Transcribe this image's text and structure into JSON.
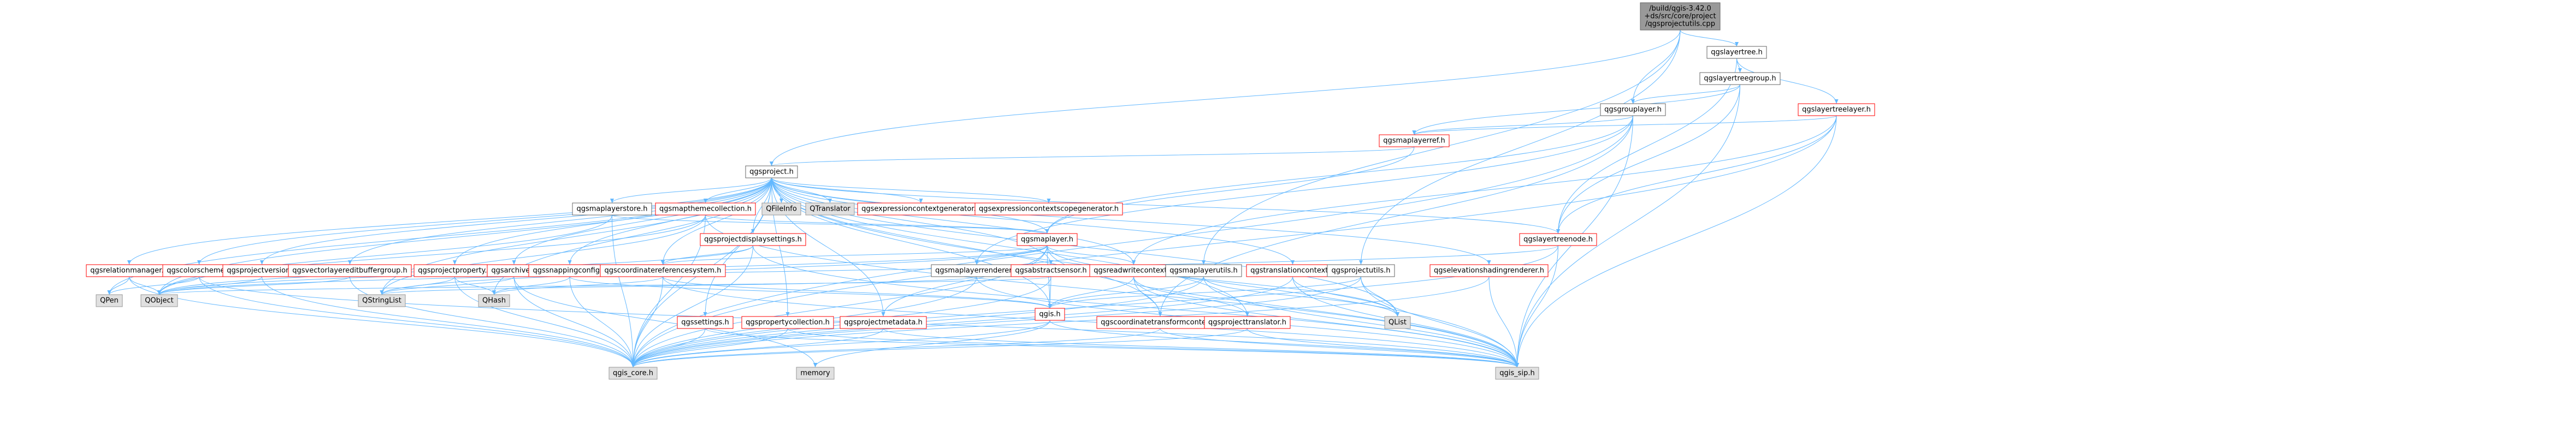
{
  "colors": {
    "edge": "#63b8ff",
    "root_fill": "#999999",
    "root_stroke": "#666666",
    "normal_fill": "#ffffff",
    "normal_stroke": "#666666",
    "red_stroke": "#ff0000",
    "gray_fill": "#e0e0e0",
    "gray_stroke": "#999999",
    "text": "#000000"
  },
  "nodes": [
    {
      "id": "root",
      "label": [
        "/build/qgis-3.42.0",
        "+ds/src/core/project",
        "/qgsprojectutils.cpp"
      ],
      "style": "root"
    },
    {
      "id": "qgslayertree_h",
      "label": [
        "qgslayertree.h"
      ],
      "style": "normal"
    },
    {
      "id": "qgslayertreegroup_h",
      "label": [
        "qgslayertreegroup.h"
      ],
      "style": "normal"
    },
    {
      "id": "qgsgrouplayer_h",
      "label": [
        "qgsgrouplayer.h"
      ],
      "style": "normal"
    },
    {
      "id": "qgslayertreelayer_h",
      "label": [
        "qgslayertreelayer.h"
      ],
      "style": "red"
    },
    {
      "id": "qgsmaplayerref_h",
      "label": [
        "qgsmaplayerref.h"
      ],
      "style": "red"
    },
    {
      "id": "qgsproject_h",
      "label": [
        "qgsproject.h"
      ],
      "style": "normal"
    },
    {
      "id": "qgsmaplayerstore_h",
      "label": [
        "qgsmaplayerstore.h"
      ],
      "style": "normal"
    },
    {
      "id": "qgsmapthemecollection_h",
      "label": [
        "qgsmapthemecollection.h"
      ],
      "style": "red"
    },
    {
      "id": "QFileInfo",
      "label": [
        "QFileInfo"
      ],
      "style": "gray"
    },
    {
      "id": "QTranslator",
      "label": [
        "QTranslator"
      ],
      "style": "gray"
    },
    {
      "id": "qgsexpressioncontextgenerator_h",
      "label": [
        "qgsexpressioncontextgenerator.h"
      ],
      "style": "red"
    },
    {
      "id": "qgsexpressioncontextscopegenerator_h",
      "label": [
        "qgsexpressioncontextscopegenerator.h"
      ],
      "style": "red"
    },
    {
      "id": "qgslayertreenode_h",
      "label": [
        "qgslayertreenode.h"
      ],
      "style": "red"
    },
    {
      "id": "qgsprojectdisplaysettings_h",
      "label": [
        "qgsprojectdisplaysettings.h"
      ],
      "style": "red"
    },
    {
      "id": "qgsmaplayer_h",
      "label": [
        "qgsmaplayer.h"
      ],
      "style": "red"
    },
    {
      "id": "qgsrelationmanager_h",
      "label": [
        "qgsrelationmanager.h"
      ],
      "style": "red"
    },
    {
      "id": "qgscolorscheme_h",
      "label": [
        "qgscolorscheme.h"
      ],
      "style": "red"
    },
    {
      "id": "qgsprojectversion_h",
      "label": [
        "qgsprojectversion.h"
      ],
      "style": "red"
    },
    {
      "id": "qgsvectorlayereditbuffergroup_h",
      "label": [
        "qgsvectorlayereditbuffergroup.h"
      ],
      "style": "red"
    },
    {
      "id": "qgsprojectproperty_h",
      "label": [
        "qgsprojectproperty.h"
      ],
      "style": "red"
    },
    {
      "id": "qgsarchive_h",
      "label": [
        "qgsarchive.h"
      ],
      "style": "red"
    },
    {
      "id": "qgssnappingconfig_h",
      "label": [
        "qgssnappingconfig.h"
      ],
      "style": "red"
    },
    {
      "id": "qgscoordinatereferencesystem_h",
      "label": [
        "qgscoordinatereferencesystem.h"
      ],
      "style": "red"
    },
    {
      "id": "qgsmaplayerrenderer_h",
      "label": [
        "qgsmaplayerrenderer.h"
      ],
      "style": "normal"
    },
    {
      "id": "qgsabstractsensor_h",
      "label": [
        "qgsabstractsensor.h"
      ],
      "style": "red"
    },
    {
      "id": "qgsreadwritecontext_h",
      "label": [
        "qgsreadwritecontext.h"
      ],
      "style": "red"
    },
    {
      "id": "qgsmaplayerutils_h",
      "label": [
        "qgsmaplayerutils.h"
      ],
      "style": "normal"
    },
    {
      "id": "qgstranslationcontext_h",
      "label": [
        "qgstranslationcontext.h"
      ],
      "style": "red"
    },
    {
      "id": "qgsprojectutils_h",
      "label": [
        "qgsprojectutils.h"
      ],
      "style": "normal"
    },
    {
      "id": "qgselevationshadingrenderer_h",
      "label": [
        "qgselevationshadingrenderer.h"
      ],
      "style": "red"
    },
    {
      "id": "QPen",
      "label": [
        "QPen"
      ],
      "style": "gray"
    },
    {
      "id": "QObject",
      "label": [
        "QObject"
      ],
      "style": "gray"
    },
    {
      "id": "QStringList",
      "label": [
        "QStringList"
      ],
      "style": "gray"
    },
    {
      "id": "QHash",
      "label": [
        "QHash"
      ],
      "style": "gray"
    },
    {
      "id": "qgssettings_h",
      "label": [
        "qgssettings.h"
      ],
      "style": "red"
    },
    {
      "id": "qgspropertycollection_h",
      "label": [
        "qgspropertycollection.h"
      ],
      "style": "red"
    },
    {
      "id": "qgsprojectmetadata_h",
      "label": [
        "qgsprojectmetadata.h"
      ],
      "style": "red"
    },
    {
      "id": "qgis_h",
      "label": [
        "qgis.h"
      ],
      "style": "red"
    },
    {
      "id": "qgscoordinatetransformcontext_h",
      "label": [
        "qgscoordinatetransformcontext.h"
      ],
      "style": "red"
    },
    {
      "id": "qgsprojecttranslator_h",
      "label": [
        "qgsprojecttranslator.h"
      ],
      "style": "red"
    },
    {
      "id": "QList",
      "label": [
        "QList"
      ],
      "style": "gray"
    },
    {
      "id": "qgis_core_h",
      "label": [
        "qgis_core.h"
      ],
      "style": "gray"
    },
    {
      "id": "memory",
      "label": [
        "memory"
      ],
      "style": "gray"
    },
    {
      "id": "qgis_sip_h",
      "label": [
        "qgis_sip.h"
      ],
      "style": "gray"
    }
  ],
  "edges": [
    [
      "root",
      "qgslayertree_h"
    ],
    [
      "root",
      "qgsgrouplayer_h"
    ],
    [
      "root",
      "qgsproject_h"
    ],
    [
      "root",
      "qgsprojectutils_h"
    ],
    [
      "root",
      "qgsmaplayerutils_h"
    ],
    [
      "qgslayertree_h",
      "qgslayertreegroup_h"
    ],
    [
      "qgslayertree_h",
      "qgslayertreelayer_h"
    ],
    [
      "qgslayertree_h",
      "qgslayertreenode_h"
    ],
    [
      "qgslayertreegroup_h",
      "qgsgrouplayer_h"
    ],
    [
      "qgslayertreegroup_h",
      "qgsmaplayerref_h"
    ],
    [
      "qgslayertreegroup_h",
      "qgslayertreenode_h"
    ],
    [
      "qgslayertreegroup_h",
      "qgis_sip_h"
    ],
    [
      "qgsgrouplayer_h",
      "qgsmaplayerref_h"
    ],
    [
      "qgsgrouplayer_h",
      "qgsmaplayer_h"
    ],
    [
      "qgsgrouplayer_h",
      "qgsmaplayerrenderer_h"
    ],
    [
      "qgsgrouplayer_h",
      "qgscoordinatetransformcontext_h"
    ],
    [
      "qgsgrouplayer_h",
      "qgis_core_h"
    ],
    [
      "qgsgrouplayer_h",
      "qgis_sip_h"
    ],
    [
      "qgslayertreelayer_h",
      "qgsmaplayerref_h"
    ],
    [
      "qgslayertreelayer_h",
      "qgslayertreenode_h"
    ],
    [
      "qgslayertreelayer_h",
      "qgsreadwritecontext_h"
    ],
    [
      "qgslayertreelayer_h",
      "qgis_core_h"
    ],
    [
      "qgslayertreelayer_h",
      "qgis_sip_h"
    ],
    [
      "qgsmaplayerref_h",
      "qgsproject_h"
    ],
    [
      "qgsmaplayerref_h",
      "qgsmaplayer_h"
    ],
    [
      "qgsproject_h",
      "qgsmaplayerstore_h"
    ],
    [
      "qgsproject_h",
      "qgsmapthemecollection_h"
    ],
    [
      "qgsproject_h",
      "QFileInfo"
    ],
    [
      "qgsproject_h",
      "QTranslator"
    ],
    [
      "qgsproject_h",
      "qgsexpressioncontextgenerator_h"
    ],
    [
      "qgsproject_h",
      "qgsexpressioncontextscopegenerator_h"
    ],
    [
      "qgsproject_h",
      "qgslayertreenode_h"
    ],
    [
      "qgsproject_h",
      "qgsprojectdisplaysettings_h"
    ],
    [
      "qgsproject_h",
      "qgsmaplayer_h"
    ],
    [
      "qgsproject_h",
      "qgsrelationmanager_h"
    ],
    [
      "qgsproject_h",
      "qgscolorscheme_h"
    ],
    [
      "qgsproject_h",
      "qgsprojectversion_h"
    ],
    [
      "qgsproject_h",
      "qgsvectorlayereditbuffergroup_h"
    ],
    [
      "qgsproject_h",
      "qgsprojectproperty_h"
    ],
    [
      "qgsproject_h",
      "qgsarchive_h"
    ],
    [
      "qgsproject_h",
      "qgssnappingconfig_h"
    ],
    [
      "qgsproject_h",
      "qgscoordinatereferencesystem_h"
    ],
    [
      "qgsproject_h",
      "qgsabstractsensor_h"
    ],
    [
      "qgsproject_h",
      "qgsreadwritecontext_h"
    ],
    [
      "qgsproject_h",
      "qgstranslationcontext_h"
    ],
    [
      "qgsproject_h",
      "qgselevationshadingrenderer_h"
    ],
    [
      "qgsproject_h",
      "QObject"
    ],
    [
      "qgsproject_h",
      "QStringList"
    ],
    [
      "qgsproject_h",
      "QHash"
    ],
    [
      "qgsproject_h",
      "qgssettings_h"
    ],
    [
      "qgsproject_h",
      "qgspropertycollection_h"
    ],
    [
      "qgsproject_h",
      "qgsprojectmetadata_h"
    ],
    [
      "qgsproject_h",
      "qgis_h"
    ],
    [
      "qgsproject_h",
      "qgscoordinatetransformcontext_h"
    ],
    [
      "qgsproject_h",
      "qgsprojecttranslator_h"
    ],
    [
      "qgsproject_h",
      "QList"
    ],
    [
      "qgsproject_h",
      "qgis_core_h"
    ],
    [
      "qgsproject_h",
      "qgis_sip_h"
    ],
    [
      "qgsproject_h",
      "QPen"
    ],
    [
      "qgsmaplayerstore_h",
      "qgsmaplayer_h"
    ],
    [
      "qgsmaplayerstore_h",
      "QObject"
    ],
    [
      "qgsmaplayerstore_h",
      "qgis_core_h"
    ],
    [
      "qgsmapthemecollection_h",
      "qgsmaplayer_h"
    ],
    [
      "qgsmapthemecollection_h",
      "QObject"
    ],
    [
      "qgsmapthemecollection_h",
      "QStringList"
    ],
    [
      "qgsmapthemecollection_h",
      "qgis_core_h"
    ],
    [
      "qgsmapthemecollection_h",
      "qgis_sip_h"
    ],
    [
      "qgslayertreenode_h",
      "QObject"
    ],
    [
      "qgslayertreenode_h",
      "qgis_core_h"
    ],
    [
      "qgslayertreenode_h",
      "qgis_sip_h"
    ],
    [
      "qgsprojectdisplaysettings_h",
      "QObject"
    ],
    [
      "qgsprojectdisplaysettings_h",
      "qgscoordinatereferencesystem_h"
    ],
    [
      "qgsprojectdisplaysettings_h",
      "qgis_core_h"
    ],
    [
      "qgsprojectdisplaysettings_h",
      "qgis_sip_h"
    ],
    [
      "qgsmaplayer_h",
      "qgsmaplayerrenderer_h"
    ],
    [
      "qgsmaplayer_h",
      "qgsreadwritecontext_h"
    ],
    [
      "qgsmaplayer_h",
      "qgscoordinatereferencesystem_h"
    ],
    [
      "qgsmaplayer_h",
      "qgis_h"
    ],
    [
      "qgsmaplayer_h",
      "QObject"
    ],
    [
      "qgsmaplayer_h",
      "QStringList"
    ],
    [
      "qgsmaplayer_h",
      "qgis_core_h"
    ],
    [
      "qgsmaplayer_h",
      "qgis_sip_h"
    ],
    [
      "qgsmaplayer_h",
      "qgsprojectmetadata_h"
    ],
    [
      "qgsmaplayer_h",
      "QList"
    ],
    [
      "qgsrelationmanager_h",
      "QPen"
    ],
    [
      "qgsrelationmanager_h",
      "QObject"
    ],
    [
      "qgsrelationmanager_h",
      "qgis_core_h"
    ],
    [
      "qgscolorscheme_h",
      "QPen"
    ],
    [
      "qgscolorscheme_h",
      "qgis_core_h"
    ],
    [
      "qgscolorscheme_h",
      "qgis_sip_h"
    ],
    [
      "qgsprojectversion_h",
      "qgis_core_h"
    ],
    [
      "qgsprojectversion_h",
      "QObject"
    ],
    [
      "qgsvectorlayereditbuffergroup_h",
      "QObject"
    ],
    [
      "qgsvectorlayereditbuffergroup_h",
      "qgis_core_h"
    ],
    [
      "qgsprojectproperty_h",
      "QStringList"
    ],
    [
      "qgsprojectproperty_h",
      "QHash"
    ],
    [
      "qgsprojectproperty_h",
      "qgis_core_h"
    ],
    [
      "qgsarchive_h",
      "QStringList"
    ],
    [
      "qgsarchive_h",
      "qgis_core_h"
    ],
    [
      "qgsarchive_h",
      "memory"
    ],
    [
      "qgssnappingconfig_h",
      "QHash"
    ],
    [
      "qgssnappingconfig_h",
      "qgis_core_h"
    ],
    [
      "qgssnappingconfig_h",
      "qgis_h"
    ],
    [
      "qgscoordinatereferencesystem_h",
      "qgis_core_h"
    ],
    [
      "qgscoordinatereferencesystem_h",
      "qgis_sip_h"
    ],
    [
      "qgscoordinatereferencesystem_h",
      "QHash"
    ],
    [
      "qgscoordinatereferencesystem_h",
      "qgis_h"
    ],
    [
      "qgsmaplayerrenderer_h",
      "QStringList"
    ],
    [
      "qgsmaplayerrenderer_h",
      "qgis_core_h"
    ],
    [
      "qgsmaplayerrenderer_h",
      "qgis_sip_h"
    ],
    [
      "qgsabstractsensor_h",
      "QObject"
    ],
    [
      "qgsabstractsensor_h",
      "qgis_h"
    ],
    [
      "qgsabstractsensor_h",
      "qgis_core_h"
    ],
    [
      "qgsreadwritecontext_h",
      "qgscoordinatetransformcontext_h"
    ],
    [
      "qgsreadwritecontext_h",
      "qgsprojecttranslator_h"
    ],
    [
      "qgsreadwritecontext_h",
      "qgis_h"
    ],
    [
      "qgsreadwritecontext_h",
      "qgis_sip_h"
    ],
    [
      "qgsmaplayerutils_h",
      "qgis_core_h"
    ],
    [
      "qgsmaplayerutils_h",
      "qgis_h"
    ],
    [
      "qgsmaplayerutils_h",
      "QList"
    ],
    [
      "qgsmaplayerutils_h",
      "qgis_sip_h"
    ],
    [
      "qgstranslationcontext_h",
      "QList"
    ],
    [
      "qgstranslationcontext_h",
      "qgis_core_h"
    ],
    [
      "qgstranslationcontext_h",
      "qgis_sip_h"
    ],
    [
      "qgsprojectutils_h",
      "qgis_core_h"
    ],
    [
      "qgsprojectutils_h",
      "qgis_h"
    ],
    [
      "qgsprojectutils_h",
      "QList"
    ],
    [
      "qgsprojectutils_h",
      "qgis_sip_h"
    ],
    [
      "qgselevationshadingrenderer_h",
      "qgis_core_h"
    ],
    [
      "qgselevationshadingrenderer_h",
      "qgis_sip_h"
    ],
    [
      "qgssettings_h",
      "qgis_core_h"
    ],
    [
      "qgssettings_h",
      "qgis_sip_h"
    ],
    [
      "qgspropertycollection_h",
      "qgis_core_h"
    ],
    [
      "qgspropertycollection_h",
      "qgis_sip_h"
    ],
    [
      "qgsprojectmetadata_h",
      "qgis_core_h"
    ],
    [
      "qgsprojectmetadata_h",
      "qgis_sip_h"
    ],
    [
      "qgis_h",
      "qgis_core_h"
    ],
    [
      "qgis_h",
      "memory"
    ],
    [
      "qgis_h",
      "qgis_sip_h"
    ],
    [
      "qgscoordinatetransformcontext_h",
      "qgis_core_h"
    ],
    [
      "qgscoordinatetransformcontext_h",
      "qgis_sip_h"
    ],
    [
      "qgsprojecttranslator_h",
      "qgis_core_h"
    ],
    [
      "qgsprojecttranslator_h",
      "qgis_sip_h"
    ]
  ]
}
